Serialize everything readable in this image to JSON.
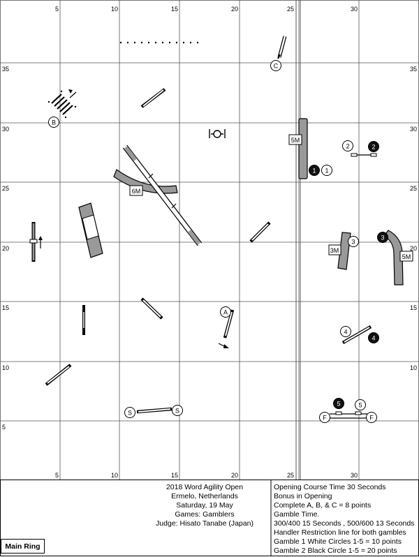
{
  "grid": {
    "top_labels": [
      "5",
      "10",
      "15",
      "20",
      "25",
      "30"
    ],
    "bottom_labels": [
      "5",
      "10",
      "15",
      "20",
      "25",
      "30"
    ],
    "side_labels": [
      "35",
      "30",
      "25",
      "20",
      "15",
      "10",
      "5"
    ]
  },
  "info": {
    "event": "2018 Word Agility Open",
    "location": "Ermelo, Netherlands",
    "date": "Saturday, 19 May",
    "games": "Games: Gamblers",
    "judge": "Judge: Hisato Tanabe (Japan)"
  },
  "rules": [
    "Opening Course Time 30 Seconds",
    "Bonus in Opening",
    "Complete A, B, & C = 8 points",
    "Gamble Time.",
    "300/400 15 Seconds , 500/600 13 Seconds",
    "Handler Restriction line for both gambles",
    "Gamble 1 White Circles 1-5 = 10 points",
    "Gamble 2 Black Circle 1-5 = 20 points"
  ],
  "ring_label": "Main Ring",
  "tunnel_labels": {
    "t1": "5M",
    "t2": "6M",
    "t3": "3M",
    "t4": "5M"
  },
  "markers": {
    "A": "A",
    "B": "B",
    "C": "C",
    "S": "S",
    "F": "F",
    "w1": "1",
    "w2": "2",
    "w3": "3",
    "w4": "4",
    "w5": "5",
    "b1": "1",
    "b2": "2",
    "b3": "3",
    "b4": "4",
    "b5": "5"
  }
}
